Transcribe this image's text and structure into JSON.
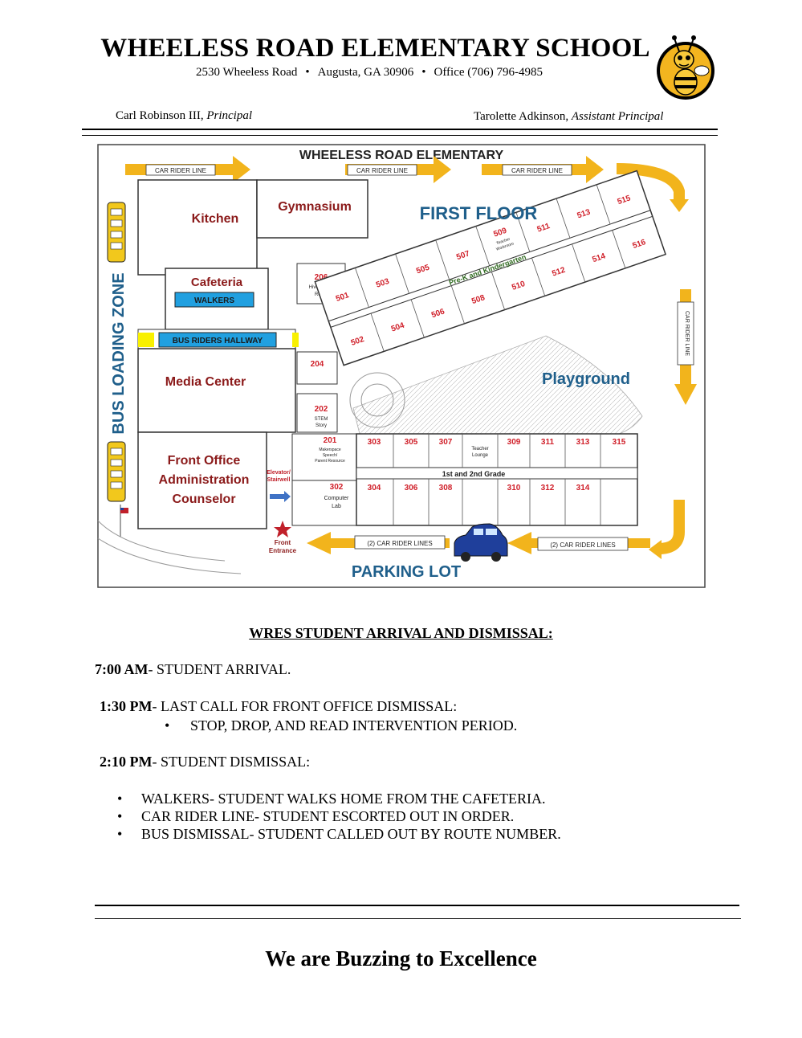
{
  "header": {
    "school_name": "WHEELESS ROAD ELEMENTARY SCHOOL",
    "street": "2530 Wheeless Road",
    "city": "Augusta, GA 30906",
    "office": "Office (706) 796-4985",
    "bullet": "•",
    "principal_name": "Carl Robinson III,",
    "principal_title": "Principal",
    "assistant_name": "Tarolette Adkinson,",
    "assistant_title": "Assistant Principal",
    "mascot_icon": "bee-mascot-icon"
  },
  "map": {
    "title": "WHEELESS ROAD ELEMENTARY",
    "first_floor": "FIRST FLOOR",
    "bus_loading_zone": "BUS LOADING ZONE",
    "car_rider_line": "CAR RIDER LINE",
    "car_rider_lines": "(2) CAR RIDER LINES",
    "kitchen": "Kitchen",
    "gymnasium": "Gymnasium",
    "cafeteria": "Cafeteria",
    "walkers": "WALKERS",
    "bus_riders_hallway": "BUS RIDERS HALLWAY",
    "media_center": "Media Center",
    "front_office_1": "Front Office",
    "front_office_2": "Administration",
    "front_office_3": "Counselor",
    "elevator_1": "Elevator/",
    "elevator_2": "Stairwell",
    "front_entrance_1": "Front",
    "front_entrance_2": "Entrance",
    "playground": "Playground",
    "parking_lot": "PARKING LOT",
    "pre_k": "Pre-K and Kindergarten",
    "grade_label": "1st and 2nd Grade",
    "room_206": "206",
    "room_206_sub1": "Hive Collab",
    "room_206_sub2": "Room",
    "room_204": "204",
    "room_202": "202",
    "room_202_sub1": "STEM",
    "room_202_sub2": "Story",
    "room_201": "201",
    "room_201_sub1": "Makerspace",
    "room_201_sub2": "Speech/",
    "room_201_sub3": "Parent Resource",
    "room_302": "302",
    "computer_lab_1": "Computer",
    "computer_lab_2": "Lab",
    "teacher_lounge_1": "Teacher",
    "teacher_lounge_2": "Lounge",
    "teacher_workroom_1": "Teacher",
    "teacher_workroom_2": "Workroom",
    "rooms_500_top": [
      "501",
      "503",
      "505",
      "507",
      "509",
      "511",
      "513",
      "515"
    ],
    "rooms_500_bottom": [
      "502",
      "504",
      "506",
      "508",
      "510",
      "512",
      "514",
      "516"
    ],
    "rooms_300_top": [
      "303",
      "305",
      "307",
      "309",
      "311",
      "313",
      "315"
    ],
    "rooms_300_bottom": [
      "304",
      "306",
      "308",
      "310",
      "312",
      "314"
    ],
    "arrow_color": "#f2b41c",
    "room_number_color": "#d0202a",
    "label_blue": "#1f5f8b",
    "bus_color": "#f2c81c",
    "car_color": "#1f3f9b",
    "car_icon": "car-icon",
    "bus_icon": "school-bus-icon",
    "flag_icon": "flag-icon",
    "star_icon": "star-icon"
  },
  "schedule": {
    "heading": "WRES STUDENT ARRIVAL AND DISMISSAL:",
    "arrival_time": "7:00 AM",
    "arrival_text": "- STUDENT ARRIVAL.",
    "last_call_time": "1:30 PM",
    "last_call_text": "- LAST CALL FOR FRONT OFFICE DISMISSAL:",
    "last_call_bullet": "STOP, DROP, AND READ INTERVENTION PERIOD.",
    "dismissal_time": "2:10 PM",
    "dismissal_text": "- STUDENT DISMISSAL:",
    "dismissal_items": [
      "WALKERS- STUDENT WALKS HOME FROM THE CAFETERIA.",
      "CAR RIDER LINE- STUDENT ESCORTED OUT IN ORDER.",
      "BUS DISMISSAL- STUDENT CALLED OUT BY ROUTE NUMBER."
    ],
    "bullet": "•"
  },
  "footer": {
    "motto": "We are Buzzing to Excellence"
  }
}
